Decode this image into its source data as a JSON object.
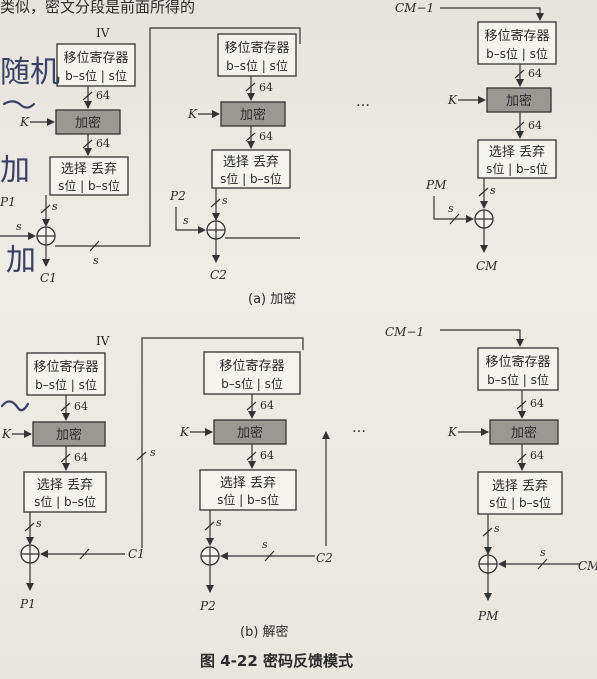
{
  "header_text": "类似，密文分段是前面所得的",
  "iv_label": "IV",
  "box": {
    "shift_register_title": "移位寄存器",
    "shift_register_sub": "b–s位 | s位",
    "encrypt": "加密",
    "select_discard_title": "选择  丢弃",
    "select_discard_sub": "s位 | b–s位"
  },
  "wire": {
    "bits_64": "64",
    "bits_s": "s",
    "key": "K",
    "ellipsis": "…"
  },
  "enc_part": {
    "inputs": [
      "P1",
      "P2",
      "PM"
    ],
    "outputs": [
      "C1",
      "C2",
      "CM"
    ],
    "prev_cipher": "CM−1",
    "caption": "(a) 加密"
  },
  "dec_part": {
    "inputs": [
      "C1",
      "C2",
      "CM"
    ],
    "outputs": [
      "P1",
      "P2",
      "PM"
    ],
    "prev_cipher": "CM−1",
    "caption": "(b) 解密"
  },
  "figure_caption": "图 4-22   密码反馈模式",
  "handwriting": [
    "随机",
    "加",
    "加"
  ],
  "colors": {
    "background": "#ebe8e2",
    "encrypt_fill": "#9a9893",
    "ink": "#2b2b2b",
    "pen": "#3a3f66"
  }
}
